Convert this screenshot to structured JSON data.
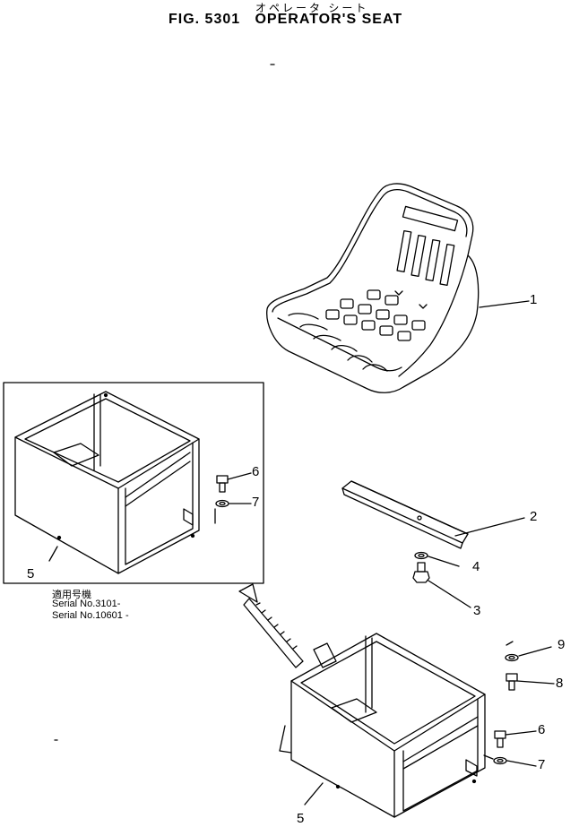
{
  "title_jp": "オペレータ シート",
  "title": "FIG. 5301   OPERATOR'S SEAT",
  "callouts": {
    "seat": "1",
    "rail": "2",
    "bolt": "3",
    "washer": "4",
    "box_inset": "5",
    "box_main": "5",
    "inset_bolt": "6",
    "inset_washer": "7",
    "main_bolt_lower": "6",
    "main_washer_lower": "7",
    "main_bolt_upper": "8",
    "main_washer_upper": "9"
  },
  "inset": {
    "applicability_jp": "適用号機",
    "serial_1": "Serial No.3101-",
    "serial_2": "Serial No.10601 -"
  }
}
